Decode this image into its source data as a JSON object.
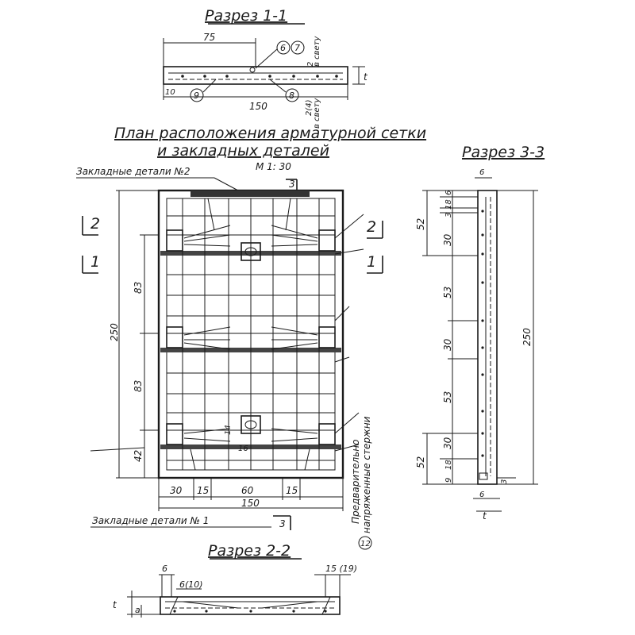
{
  "titles": {
    "section_1_1": "Разрез  1-1",
    "plan_line1": "План  расположения  арматурной  сетки",
    "plan_line2": "и  закладных  деталей",
    "scale": "М 1: 30",
    "section_3_3": "Разрез  3-3",
    "section_2_2": "Разрез  2-2"
  },
  "notes": {
    "embedded_parts_2": "Закладные детали №2",
    "embedded_parts_1": "Закладные  детали № 1",
    "prestressed": "Предварительно",
    "prestressed_2": "напряженные  стержни",
    "v_svetu": "в свету"
  },
  "callouts": {
    "c6": "6",
    "c7": "7",
    "c8": "8",
    "c9": "9",
    "c12": "12"
  },
  "section_markers": {
    "m1": "1",
    "m2": "2",
    "m3": "3"
  },
  "dims_1_1": {
    "d75": "75",
    "d150": "150",
    "d10": "10",
    "d2": "2",
    "d2_4": "2(4)",
    "t": "t"
  },
  "dims_plan": {
    "v250": "250",
    "v83a": "83",
    "v83b": "83",
    "v42": "42",
    "h30": "30",
    "h15a": "15",
    "h60": "60",
    "h15b": "15",
    "h150": "150",
    "d14": "14",
    "d16": "16"
  },
  "dims_3_3": {
    "d6top": "6",
    "d6": "6",
    "d18a": "18",
    "d3a": "3",
    "d52a": "52",
    "d30a": "30",
    "d53a": "53",
    "d30b": "30",
    "d53b": "53",
    "d30c": "30",
    "d18b": "18",
    "d52b": "52",
    "d9": "9",
    "d3b": "3",
    "d250": "250",
    "d6bot": "6",
    "t": "t"
  },
  "dims_2_2": {
    "d6": "6",
    "d6_10": "6(10)",
    "d15_19": "15 (19)",
    "t": "t",
    "a": "a"
  }
}
